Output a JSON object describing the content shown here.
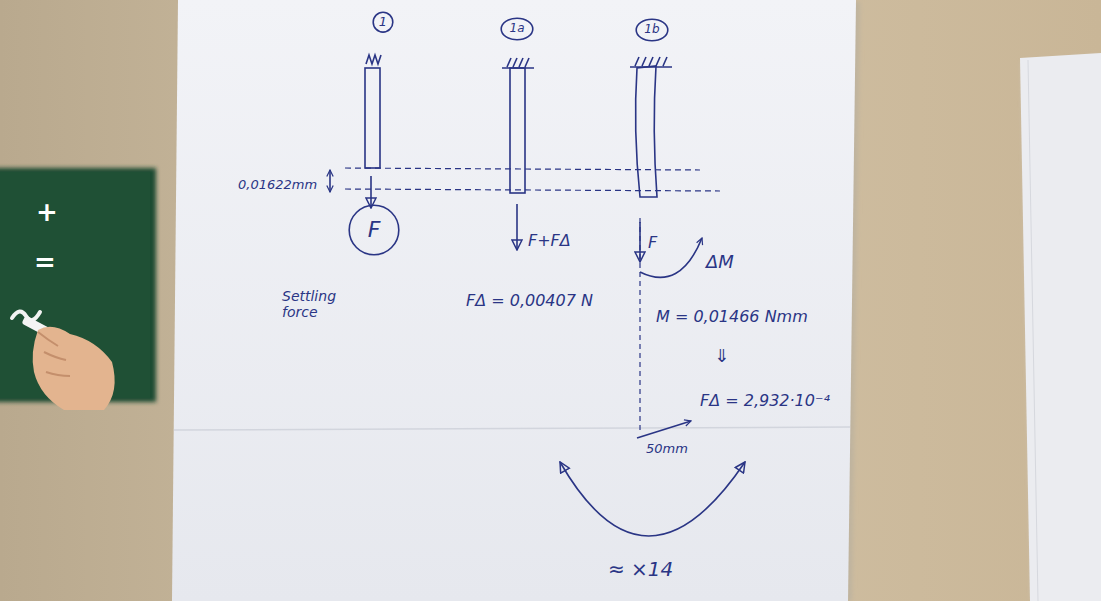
{
  "diagram": {
    "nodes": [
      {
        "text": [
          "1"
        ]
      },
      {
        "text": [
          "1a"
        ]
      },
      {
        "text": [
          "1b"
        ]
      },
      {
        "text": [
          "F"
        ]
      }
    ],
    "labels": [
      "0,01622mm",
      "Settling force",
      "F+FΔ",
      "FΔ = 0,00407 N",
      "F",
      "ΔM",
      "M = 0,01466 Nmm",
      "⇓",
      "FΔ = 2,932·10⁻⁴",
      "50mm",
      "≈ ×14",
      "+",
      "="
    ]
  }
}
